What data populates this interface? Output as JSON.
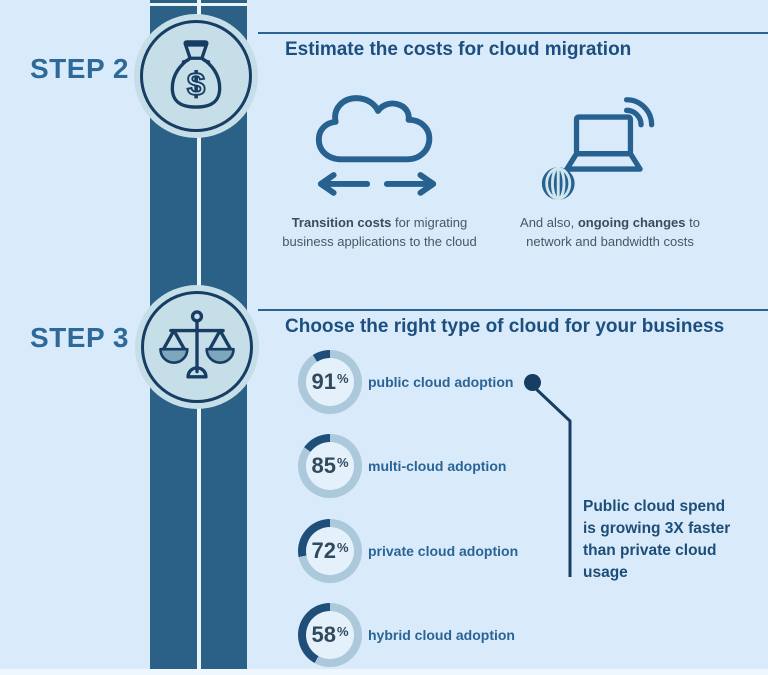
{
  "colors": {
    "background": "#d9ebfa",
    "timeline_bar": "#2b6187",
    "navy_icon": "#173d63",
    "steel_icon": "#27618f",
    "heading_text": "#1c4f80",
    "step_label_text": "#2e6a99",
    "body_text": "#4a5663",
    "donut_track": "#abc9da",
    "donut_remainder": "#1f4e79",
    "callout_text": "#1d4e79"
  },
  "step2": {
    "label": "STEP 2",
    "heading": "Estimate the costs for cloud migration",
    "items": [
      {
        "icon": "cloud-transfer-icon",
        "caption_bold": "Transition costs",
        "caption_rest": " for migrating business applications to the cloud"
      },
      {
        "icon": "laptop-network-icon",
        "caption_prefix": "And also, ",
        "caption_bold": "ongoing changes",
        "caption_suffix": " to network and bandwidth costs"
      }
    ]
  },
  "step3": {
    "label": "STEP 3",
    "heading": "Choose the right type of cloud for your business",
    "percent_symbol": "%",
    "donuts": [
      {
        "value": 91,
        "label": "public cloud adoption"
      },
      {
        "value": 85,
        "label": "multi-cloud adoption"
      },
      {
        "value": 72,
        "label": "private cloud adoption"
      },
      {
        "value": 58,
        "label": "hybrid cloud adoption"
      }
    ],
    "callout": "Public cloud spend is growing 3X faster than private cloud usage"
  },
  "chart_data": {
    "type": "pie",
    "title": "Cloud adoption rates (donut gauges)",
    "categories": [
      "public cloud adoption",
      "multi-cloud adoption",
      "private cloud adoption",
      "hybrid cloud adoption"
    ],
    "values": [
      91,
      85,
      72,
      58
    ],
    "unit": "%",
    "annotation": "Public cloud spend is growing 3X faster than private cloud usage"
  }
}
